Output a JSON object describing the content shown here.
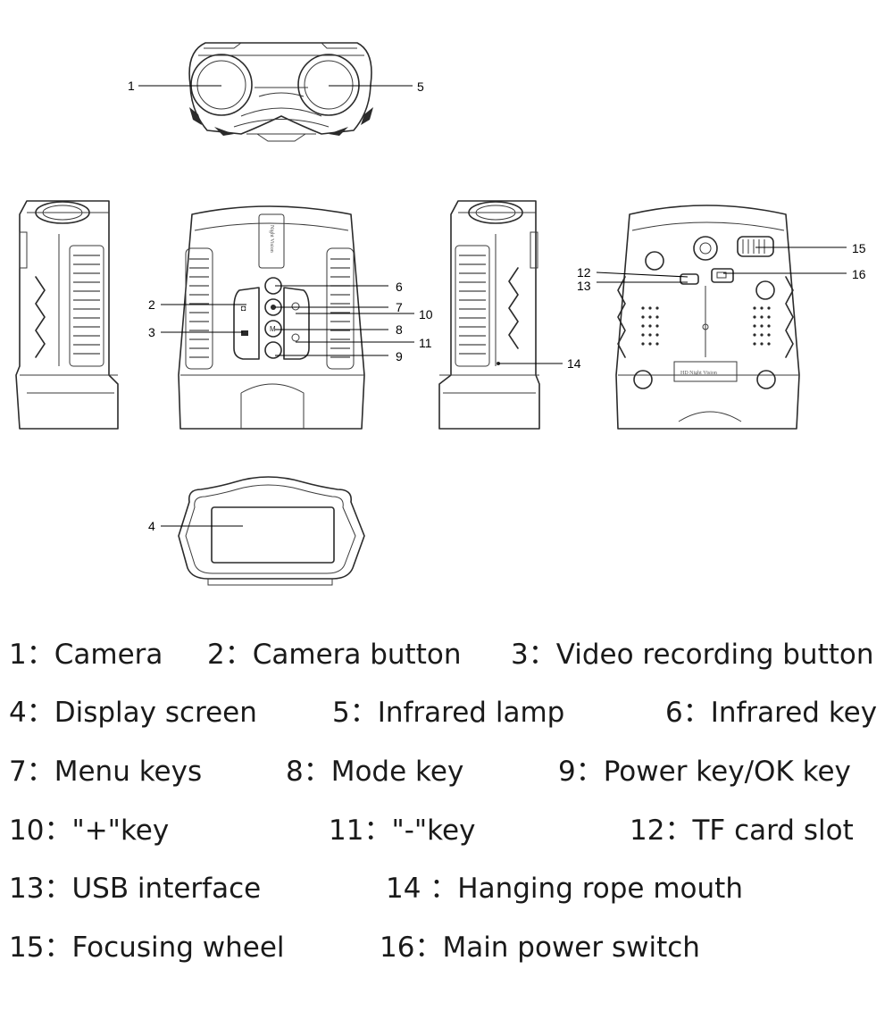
{
  "callouts": {
    "c1": "1",
    "c2": "2",
    "c3": "3",
    "c4": "4",
    "c5": "5",
    "c6": "6",
    "c7": "7",
    "c8": "8",
    "c9": "9",
    "c10": "10",
    "c11": "11",
    "c12": "12",
    "c13": "13",
    "c14": "14",
    "c15": "15",
    "c16": "16"
  },
  "device_lettering": {
    "front_label": "Night Vision",
    "back_label": "HD Night Vision"
  },
  "legend": {
    "rows": [
      [
        "1：Camera",
        "2：Camera button",
        "3：Video recording button"
      ],
      [
        "4：Display screen",
        "5：Infrared lamp",
        "6：Infrared key"
      ],
      [
        "7：Menu keys",
        "8：Mode key",
        "9：Power key/OK key"
      ],
      [
        "10：\"+\"key",
        "11：\"-\"key",
        "12：TF card slot"
      ],
      [
        "13：USB interface",
        "14 ：Hanging rope mouth"
      ],
      [
        "15：Focusing wheel",
        "16：Main power switch"
      ]
    ]
  }
}
